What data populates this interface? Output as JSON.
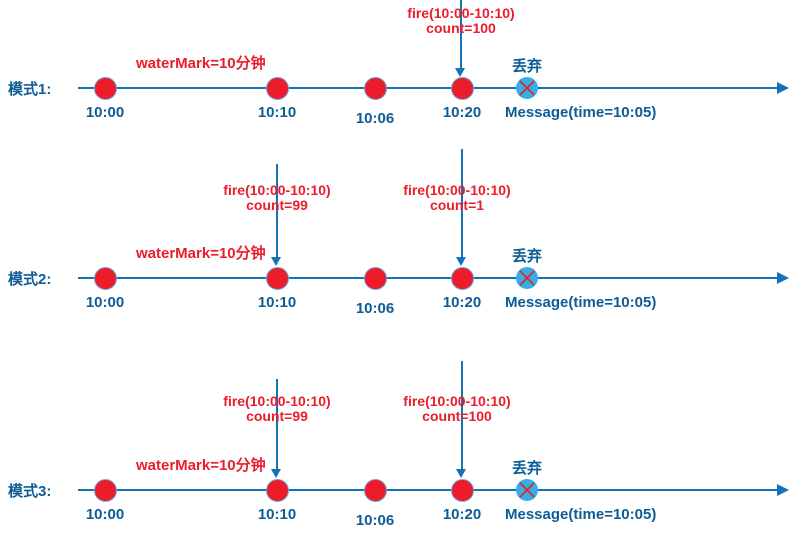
{
  "colors": {
    "red": "#EC1C2B",
    "line_blue": "#1572B6",
    "text_blue": "#0D5C96",
    "cyan": "#35AEE4"
  },
  "modes": [
    {
      "label": "模式1:",
      "watermark": "waterMark=10分钟",
      "events": [
        "10:00",
        "10:10",
        "10:06",
        "10:20"
      ],
      "discard": "丢弃",
      "message": "Message(time=10:05)",
      "fires": [
        {
          "line1": "fire(10:00-10:10)",
          "line2": "count=100"
        }
      ]
    },
    {
      "label": "模式2:",
      "watermark": "waterMark=10分钟",
      "events": [
        "10:00",
        "10:10",
        "10:06",
        "10:20"
      ],
      "discard": "丢弃",
      "message": "Message(time=10:05)",
      "fires": [
        {
          "line1": "fire(10:00-10:10)",
          "line2": "count=99"
        },
        {
          "line1": "fire(10:00-10:10)",
          "line2": "count=1"
        }
      ]
    },
    {
      "label": "模式3:",
      "watermark": "waterMark=10分钟",
      "events": [
        "10:00",
        "10:10",
        "10:06",
        "10:20"
      ],
      "discard": "丢弃",
      "message": "Message(time=10:05)",
      "fires": [
        {
          "line1": "fire(10:00-10:10)",
          "line2": "count=99"
        },
        {
          "line1": "fire(10:00-10:10)",
          "line2": "count=100"
        }
      ]
    }
  ]
}
